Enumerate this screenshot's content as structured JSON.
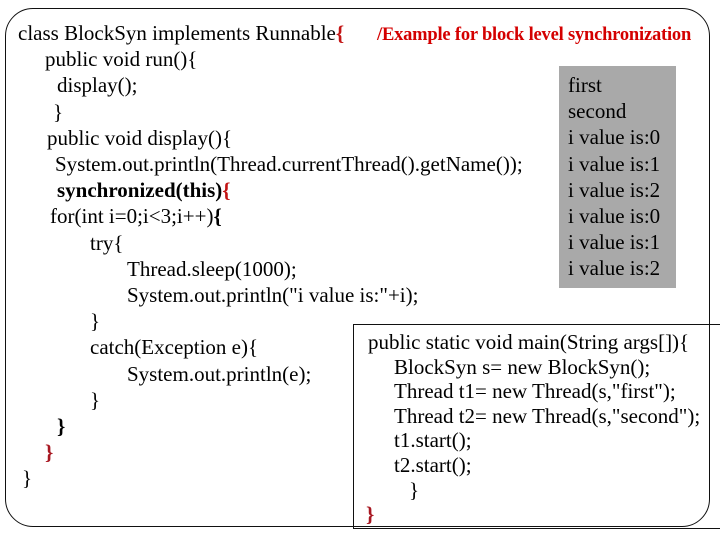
{
  "slide": {
    "background": "#ffffff",
    "border_color": "#111111"
  },
  "title": {
    "text": "/Example for block level synchronization"
  },
  "colors": {
    "title_red": "#d40000",
    "red_bright": "#c31414",
    "red_dark": "#a81822",
    "gray_box": "#a9a9a9"
  },
  "code_left": {
    "lines": [
      {
        "indent": 0,
        "segments": [
          {
            "t": "class BlockSyn implements Runnable",
            "s": "n"
          },
          {
            "t": "{",
            "s": "rb"
          }
        ]
      },
      {
        "indent": 27,
        "segments": [
          {
            "t": "public void run(){",
            "s": "n"
          }
        ]
      },
      {
        "indent": 39,
        "segments": [
          {
            "t": "display();",
            "s": "n"
          }
        ]
      },
      {
        "indent": 35,
        "segments": [
          {
            "t": "}",
            "s": "n"
          }
        ]
      },
      {
        "indent": 29,
        "segments": [
          {
            "t": "public void display(){",
            "s": "n"
          }
        ]
      },
      {
        "indent": 37,
        "segments": [
          {
            "t": "System.out.println(Thread.currentThread().getName());",
            "s": "n"
          }
        ]
      },
      {
        "indent": 39,
        "segments": [
          {
            "t": "synchronized(this)",
            "s": "b"
          },
          {
            "t": "{",
            "s": "rb"
          }
        ]
      },
      {
        "indent": 32,
        "segments": [
          {
            "t": "for(int i=0;i<3;i++)",
            "s": "n"
          },
          {
            "t": "{",
            "s": "bb"
          }
        ]
      },
      {
        "indent": 72,
        "segments": [
          {
            "t": "try{",
            "s": "n"
          }
        ]
      },
      {
        "indent": 109,
        "segments": [
          {
            "t": "Thread.sleep(1000);",
            "s": "n"
          }
        ]
      },
      {
        "indent": 109,
        "segments": [
          {
            "t": "System.out.println(\"i value is:\"+i);",
            "s": "n"
          }
        ]
      },
      {
        "indent": 72,
        "segments": [
          {
            "t": "}",
            "s": "n"
          }
        ]
      },
      {
        "indent": 72,
        "segments": [
          {
            "t": "catch(Exception e){",
            "s": "n"
          }
        ]
      },
      {
        "indent": 109,
        "segments": [
          {
            "t": "System.out.println(e);",
            "s": "n"
          }
        ]
      },
      {
        "indent": 72,
        "segments": [
          {
            "t": "}",
            "s": "n"
          }
        ]
      },
      {
        "indent": 39,
        "segments": [
          {
            "t": "}",
            "s": "bb"
          }
        ]
      },
      {
        "indent": 27,
        "segments": [
          {
            "t": "}",
            "s": "rdb"
          }
        ]
      },
      {
        "indent": 4,
        "segments": [
          {
            "t": "}",
            "s": "n"
          }
        ]
      }
    ]
  },
  "output_box": {
    "lines": [
      "first",
      "second",
      "i value is:0",
      "i value is:1",
      "i value is:2",
      "i value is:0",
      "i value is:1",
      "i value is:2"
    ]
  },
  "main_box": {
    "lines": [
      {
        "indent": 14,
        "segments": [
          {
            "t": "public static void main(String args[]){",
            "s": "n"
          }
        ]
      },
      {
        "indent": 40,
        "segments": [
          {
            "t": "BlockSyn s= new BlockSyn();",
            "s": "n"
          }
        ]
      },
      {
        "indent": 40,
        "segments": [
          {
            "t": "Thread t1= new Thread(s,\"first\");",
            "s": "n"
          }
        ]
      },
      {
        "indent": 40,
        "segments": [
          {
            "t": "Thread t2= new Thread(s,\"second\");",
            "s": "n"
          }
        ]
      },
      {
        "indent": 40,
        "segments": [
          {
            "t": "t1.start();",
            "s": "n"
          }
        ]
      },
      {
        "indent": 40,
        "segments": [
          {
            "t": "t2.start();",
            "s": "n"
          }
        ]
      },
      {
        "indent": 55,
        "segments": [
          {
            "t": "}",
            "s": "n"
          }
        ]
      },
      {
        "indent": 12,
        "segments": [
          {
            "t": "}",
            "s": "rdb"
          }
        ]
      }
    ]
  }
}
